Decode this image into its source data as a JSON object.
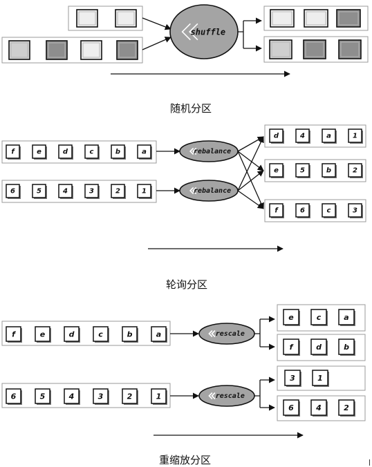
{
  "shuffle": {
    "caption": "随机分区",
    "operator": "shuffle",
    "inputs": [
      [
        "light",
        "light"
      ],
      [
        "mid",
        "dark",
        "light",
        "dark"
      ]
    ],
    "outputs": [
      [
        "light",
        "light",
        "dark"
      ],
      [
        "mid",
        "dark",
        "dark"
      ]
    ]
  },
  "rebalance": {
    "caption": "轮询分区",
    "operator": "rebalance",
    "inputs": [
      [
        "f",
        "e",
        "d",
        "c",
        "b",
        "a"
      ],
      [
        "6",
        "5",
        "4",
        "3",
        "2",
        "1"
      ]
    ],
    "outputs": [
      [
        "d",
        "4",
        "a",
        "1"
      ],
      [
        "e",
        "5",
        "b",
        "2"
      ],
      [
        "f",
        "6",
        "c",
        "3"
      ]
    ]
  },
  "rescale": {
    "caption": "重缩放分区",
    "operator": "rescale",
    "inputs": [
      [
        "f",
        "e",
        "d",
        "c",
        "b",
        "a"
      ],
      [
        "6",
        "5",
        "4",
        "3",
        "2",
        "1"
      ]
    ],
    "outputs": [
      [
        "e",
        "c",
        "a"
      ],
      [
        "f",
        "d",
        "b"
      ],
      [
        "3",
        "1"
      ],
      [
        "6",
        "4",
        "2"
      ]
    ]
  },
  "colors": {
    "light": "#eeeeee",
    "mid": "#cfcfcf",
    "dark": "#8e8e8e",
    "operator": "#a4a4a4"
  }
}
